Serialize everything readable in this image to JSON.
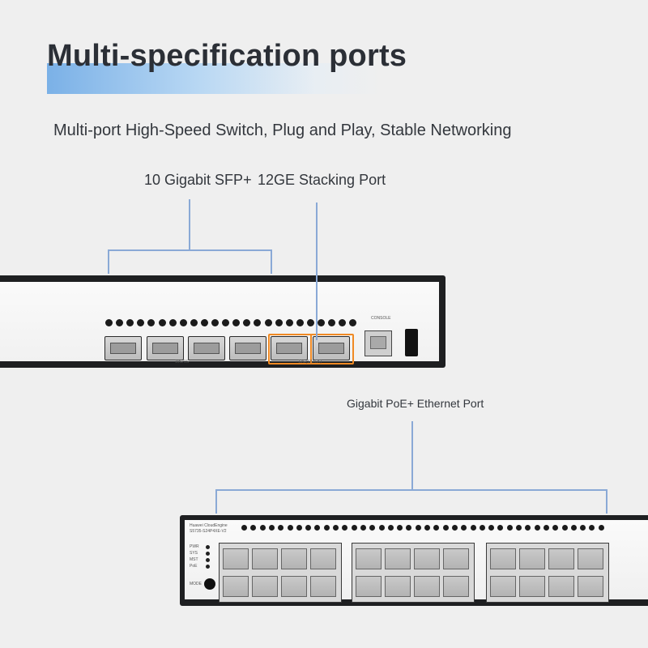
{
  "heading": "Multi-specification ports",
  "subtitle": "Multi-port High-Speed Switch, Plug and Play, Stable Networking",
  "labels": {
    "sfp": "10 Gigabit SFP+",
    "stacking": "12GE Stacking Port",
    "poe": "Gigabit PoE+ Ethernet Port"
  },
  "switch_top": {
    "console_label": "CONSOLE",
    "group1_label": "10G/1G",
    "group2_label": "12G(STACK)"
  },
  "switch_bottom": {
    "brand": "Huawei CloudEngine",
    "model": "S5735-S24P4XE-V2",
    "leds": [
      "PWR",
      "SYS",
      "MST",
      "PoE"
    ],
    "mode_label": "MODE"
  },
  "colors": {
    "accent_line": "#8aa9d6",
    "highlight": "#f08a24",
    "chassis": "#1e1f21"
  }
}
